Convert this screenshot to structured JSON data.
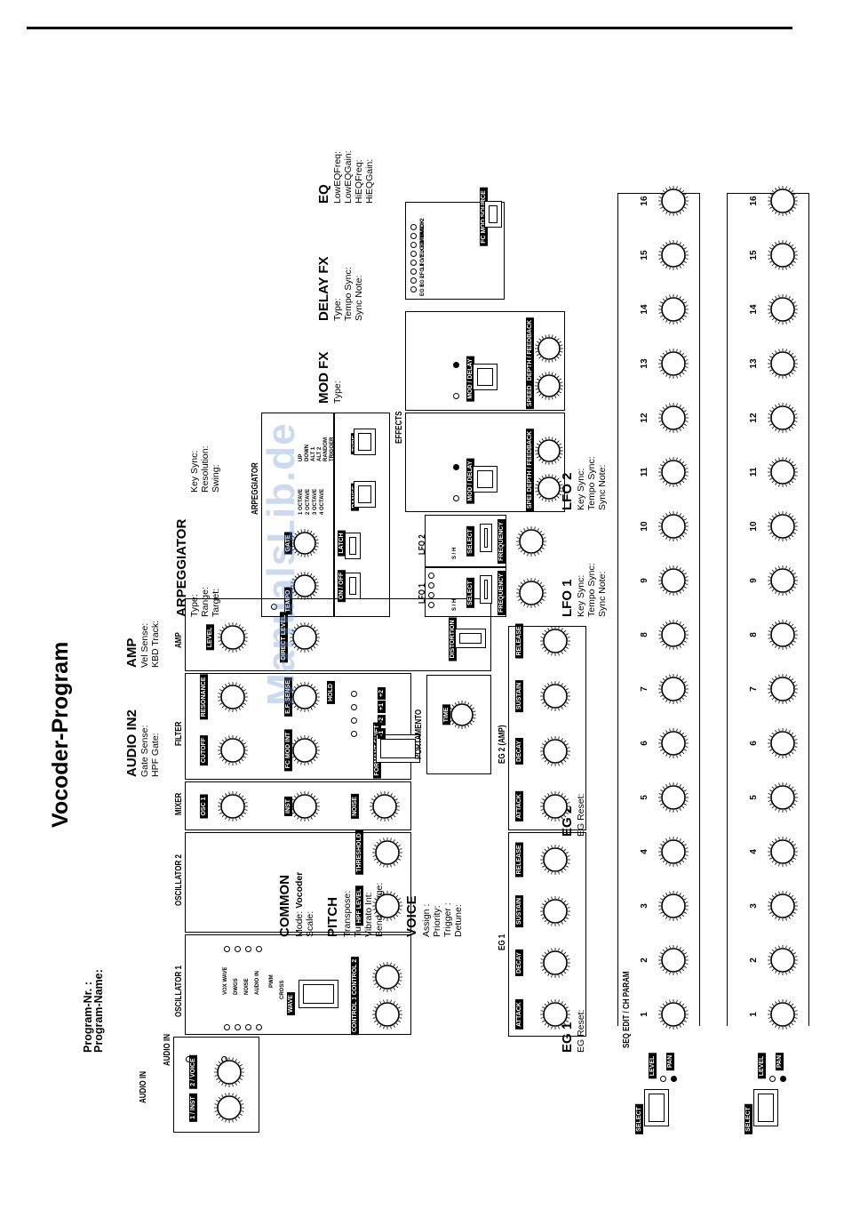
{
  "page_title": "Vocoder-Program",
  "program": {
    "number_label": "Program-Nr. :",
    "name_label": "Program-Name:"
  },
  "common": {
    "heading": "COMMON",
    "mode_label": "Mode: ",
    "mode_value": "Vocoder",
    "scale": "Scale:"
  },
  "pitch": {
    "heading": "PITCH",
    "lines": [
      "Transpose:",
      "Tune:",
      "Vibrato Int:",
      "Bend Range:"
    ]
  },
  "voice": {
    "heading": "VOICE",
    "lines": [
      "Assign :",
      "Priority:",
      "Trigger :",
      "Detune:"
    ]
  },
  "audio_in2": {
    "heading": "AUDIO IN2",
    "lines": [
      "Gate Sense:",
      "HPF Gate:"
    ]
  },
  "amp": {
    "heading": "AMP",
    "lines": [
      "Vel Sense:",
      "KBD Track:"
    ]
  },
  "eg1": {
    "heading": "EG 1",
    "lines": [
      "EG Reset:"
    ]
  },
  "eg2": {
    "heading": "EG 2",
    "lines": [
      "EG Reset:"
    ]
  },
  "lfo1": {
    "heading": "LFO 1",
    "lines": [
      "Key Sync:",
      "Tempo Sync:",
      "Sync Note:"
    ]
  },
  "lfo2": {
    "heading": "LFO 2",
    "lines": [
      "Key Sync:",
      "Tempo Sync:",
      "Sync Note:"
    ]
  },
  "arp_settings": {
    "heading": "ARPEGGIATOR",
    "lines_a": [
      "Type:",
      "Range:",
      "Target:"
    ],
    "lines_b": [
      "Key Sync:",
      "Resolution:",
      "Swing:"
    ]
  },
  "modfx": {
    "heading": "MOD FX",
    "lines": [
      "Type:"
    ]
  },
  "delayfx": {
    "heading": "DELAY FX",
    "lines": [
      "Type:",
      "Tempo Sync:",
      "Sync Note:"
    ]
  },
  "eq": {
    "heading": "EQ",
    "lines": [
      "LowEQFreq:",
      "LowEQGain:",
      "HiEQFreq:",
      "HiEQGain:"
    ]
  },
  "panel": {
    "audio_in": {
      "title": "AUDIO IN",
      "knob1": "INST",
      "knob1_prefix": "1 /",
      "knob2": "VOICE",
      "knob2_prefix": "2 /"
    },
    "osc1": {
      "title": "OSCILLATOR 1",
      "waves": [
        "VOX WAVE",
        "DWGS",
        "NOISE",
        "AUDIO IN"
      ],
      "pwm": "PWM",
      "cross": "CROSS",
      "wave_button": "WAVE",
      "knob1": "CONTROL 1",
      "knob2": "CONTROL 2"
    },
    "osc2": {
      "title": "OSCILLATOR 2",
      "knob1": "HPF LEVEL",
      "knob2": "THRESHOLD"
    },
    "mixer": {
      "title": "MIXER",
      "knob1": "OSC 1",
      "knob2": "INST",
      "knob3": "NOISE"
    },
    "filter": {
      "title": "FILTER",
      "knob1": "CUTOFF",
      "knob2": "RESONANCE",
      "knob3": "FC MOD INT",
      "knob4": "E.F. SENSE",
      "button": "FORMANT SHIFT",
      "hold": "HOLD",
      "shifts": [
        "-1",
        "-2",
        "+1",
        "+2"
      ]
    },
    "amp_panel": {
      "title": "AMP",
      "knob1": "LEVEL",
      "knob2": "DIRECT LEVEL",
      "button": "DISTORTION"
    },
    "portamento": {
      "title": "PORTAMENTO",
      "knob": "TIME"
    },
    "eg1_panel": {
      "title": "EG 1",
      "knobs": [
        "ATTACK",
        "DECAY",
        "SUSTAIN",
        "RELEASE"
      ]
    },
    "eg2_panel": {
      "title": "EG 2 (AMP)",
      "knobs": [
        "ATTACK",
        "DECAY",
        "SUSTAIN",
        "RELEASE"
      ]
    },
    "lfo_panel": {
      "title1": "LFO 1",
      "title2": "LFO 2",
      "select": "SELECT",
      "frequency": "FREQUENCY",
      "sh": "S / H"
    },
    "arp_panel": {
      "title": "ARPEGGIATOR",
      "tempo": "TEMPO",
      "gate": "GATE",
      "onoff": "ON / OFF",
      "latch": "LATCH",
      "range": "RANGE",
      "type": "TYPE",
      "ranges": [
        "1 OCTAVE",
        "2 OCTAVE",
        "3 OCTAVE",
        "4 OCTAVE"
      ],
      "types": [
        "UP",
        "DOWN",
        "ALT 1",
        "ALT 2",
        "RANDOM",
        "TRIGGER"
      ]
    },
    "effects": {
      "title": "EFFECTS",
      "fx1_button": "MOD / DELAY",
      "fx1_knob1": "SPEED / TIME",
      "fx1_knob2": "DEPTH / FEEDBACK",
      "fx2_button": "MOD / DELAY",
      "fx2_knob1": "SPEED / TIME",
      "fx2_knob2": "DEPTH / FEEDBACK"
    },
    "fc_mod": {
      "sources_a": [
        "EG 1",
        "EG 2",
        "LFO 1",
        "LFO 2"
      ],
      "sources_b": [
        "VELOCITY",
        "KBD TRACK",
        "MIDI 1",
        "MIDI 2"
      ],
      "button": "FC MOD SOURCE"
    },
    "seq": {
      "title": "SEQ EDIT / CH PARAM",
      "select": "SELECT",
      "level": "LEVEL",
      "pan": "PAN",
      "steps": [
        "1",
        "2",
        "3",
        "4",
        "5",
        "6",
        "7",
        "8",
        "9",
        "10",
        "11",
        "12",
        "13",
        "14",
        "15",
        "16"
      ]
    }
  },
  "watermark": "ManualsLib.de"
}
